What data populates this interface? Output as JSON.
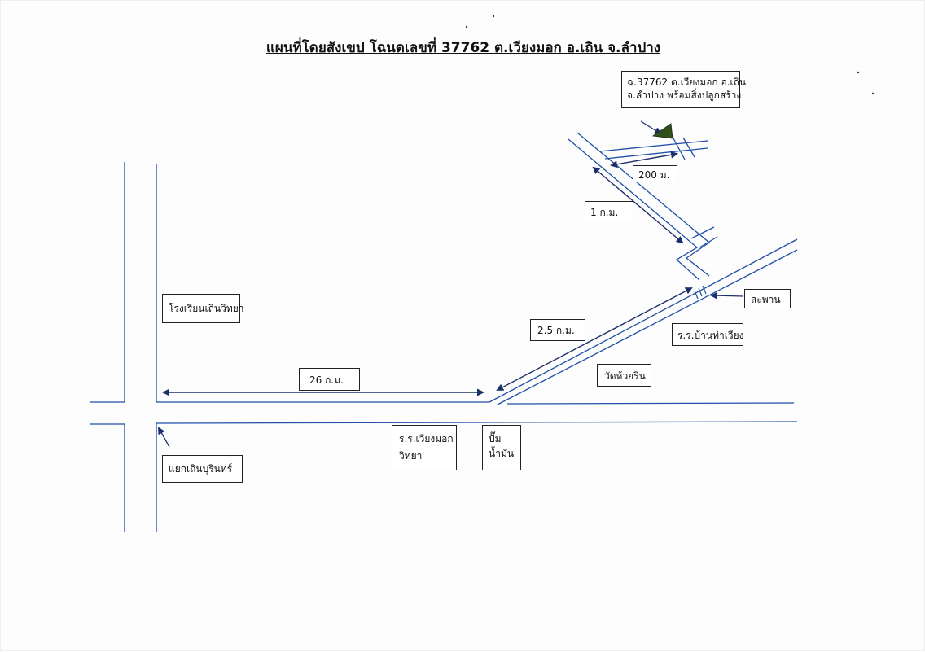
{
  "title": "แผนที่โดยสังเขป โฉนดเลขที่ 37762 ต.เวียงมอก อ.เถิน จ.ลำปาง",
  "colors": {
    "road": "#1f4fa8",
    "arrow": "#1b2f6b",
    "parcel_marker": "#2f4f1f",
    "box_border": "#222222",
    "text": "#111111"
  },
  "icons": {
    "parcel_marker": "triangle-marker-icon"
  },
  "parcel": {
    "line1": "ฉ.37762 ต.เวียงมอก อ.เถิน",
    "line2": "จ.ลำปาง พร้อมสิ่งปลูกสร้าง"
  },
  "distances": {
    "d_200m": "200 ม.",
    "d_1km": "1 ก.ม.",
    "d_2_5km": "2.5 ก.ม.",
    "d_26km": "26 ก.ม."
  },
  "places": {
    "bridge": "สะพาน",
    "school_tha_wiang": "ร.ร.บ้านท่าเวียง",
    "wat_huai_rin": "วัดห้วยริน",
    "school_thoen": "โรงเรียนเถินวิทยา",
    "school_wiang_mok_1": "ร.ร.เวียงมอก",
    "school_wiang_mok_2": "วิทยา",
    "gas_station_1": "ปั๊ม",
    "gas_station_2": "น้ำมัน",
    "junction": "แยกเถินบุรินทร์"
  }
}
